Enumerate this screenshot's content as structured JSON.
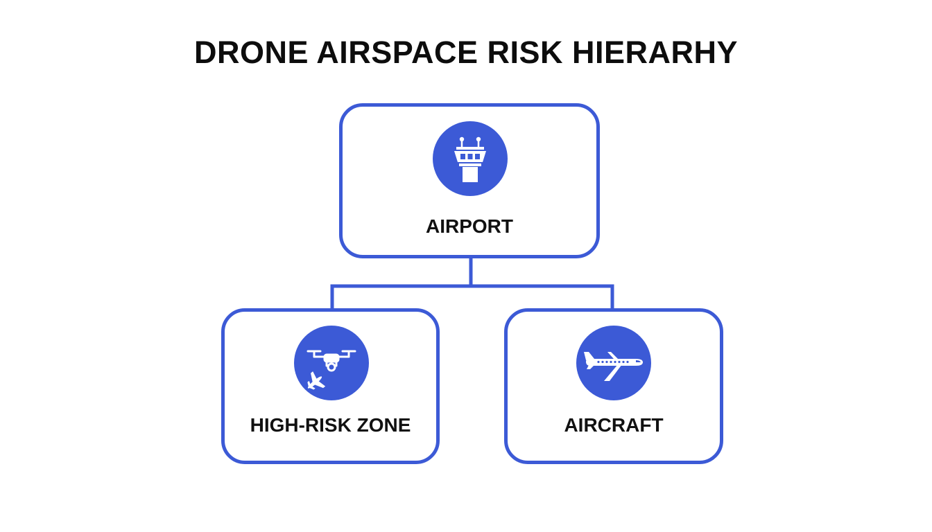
{
  "title": "DRONE AIRSPACE RISK HIERARHY",
  "colors": {
    "accent": "#3c5ad6",
    "text": "#111111",
    "background": "#ffffff"
  },
  "nodes": {
    "root": {
      "label": "AIRPORT",
      "icon": "control-tower-icon"
    },
    "left": {
      "label": "HIGH-RISK ZONE",
      "icon": "drone-and-airplane-icon"
    },
    "right": {
      "label": "AIRCRAFT",
      "icon": "airplane-icon"
    }
  }
}
